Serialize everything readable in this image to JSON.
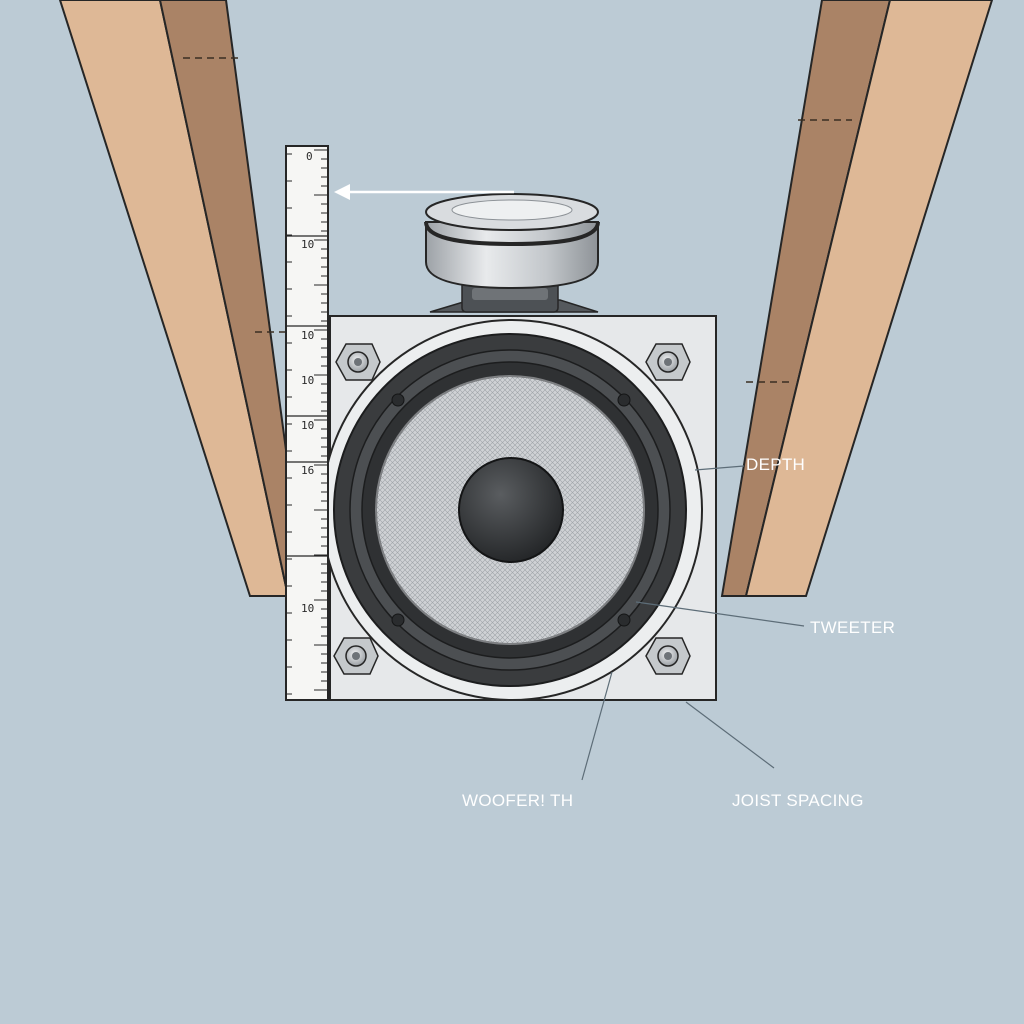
{
  "colors": {
    "background": "#bccbd5",
    "joist_light": "#deb896",
    "joist_dark": "#aa8366",
    "outline": "#262626",
    "plate": "#e6e8ea",
    "woofer_surround": "#3a3c3e",
    "cone": "#c9cccf",
    "dust_cap": "#343638",
    "tweeter_metal": "#b8bcc0",
    "label_text": "#ffffff",
    "leader_line": "#5d6d78"
  },
  "ruler": {
    "numbers": [
      "0",
      "10",
      "10",
      "10",
      "10",
      "16",
      "10"
    ]
  },
  "labels": {
    "depth": "DEPTH",
    "tweeter": "TWEETER",
    "woofer": "WOOFER! TH",
    "joist_spacing": "JOIST SPACING"
  },
  "icons": {
    "arrow": "left-arrow-icon",
    "screw": "mounting-screw-icon"
  }
}
